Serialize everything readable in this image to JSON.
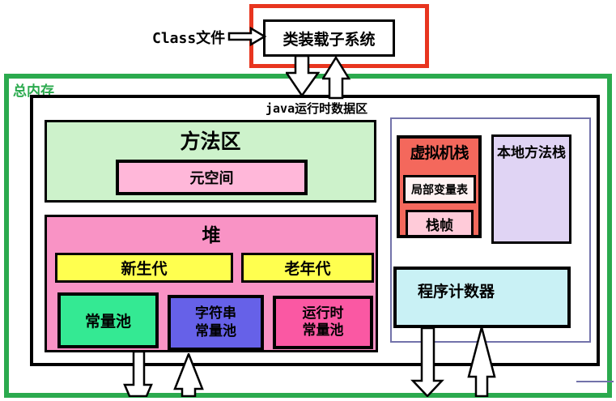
{
  "top": {
    "class_file": "Class文件",
    "class_loader": "类装载子系统"
  },
  "memory": {
    "total_label": "总内存",
    "runtime_area_label": "java运行时数据区"
  },
  "method_area": {
    "title": "方法区",
    "metaspace": "元空间"
  },
  "heap": {
    "title": "堆",
    "young_gen": "新生代",
    "old_gen": "老年代",
    "constant_pool": "常量池",
    "string_pool_line1": "字符串",
    "string_pool_line2": "常量池",
    "runtime_pool_line1": "运行时",
    "runtime_pool_line2": "常量池"
  },
  "stacks": {
    "vm_stack": "虚拟机栈",
    "local_variable_table": "局部变量表",
    "stack_frame": "栈帧",
    "native_method_stack": "本地方法栈"
  },
  "program_counter": "程序计数器",
  "colors": {
    "outer_border_green": "#2BAA4E",
    "highlight_border_red": "#E8351F",
    "method_area_green": "#CDF2CB",
    "metaspace_pink": "#FFB7D9",
    "heap_pink": "#F993C5",
    "generation_yellow": "#FFFF4F",
    "constant_pool_green": "#34E993",
    "string_pool_blue": "#6661E8",
    "runtime_pool_magenta": "#FA58A3",
    "vm_stack_red": "#F4685C",
    "local_variable_table_white": "#FFF3F3",
    "stack_frame_pink": "#FFCBD9",
    "native_stack_lavender": "#E0D4F4",
    "pc_register_cyan": "#C9F1F5",
    "panel_border_blue": "#7272AA"
  }
}
